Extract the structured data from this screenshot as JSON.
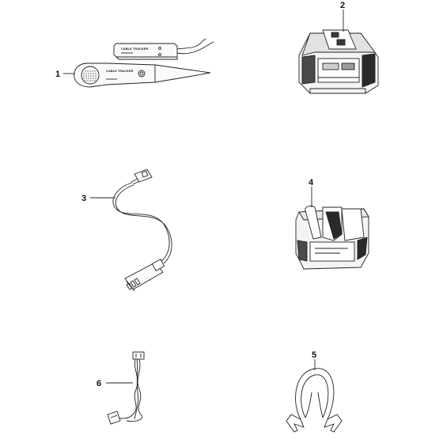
{
  "diagram": {
    "parts": [
      {
        "number": "1",
        "icon": "cable-tracker-probe-icon",
        "device_text": "CABLE TRACKER"
      },
      {
        "number": "2",
        "icon": "battery-charger-icon"
      },
      {
        "number": "3",
        "icon": "cable-harness-icon"
      },
      {
        "number": "4",
        "icon": "battery-pack-icon"
      },
      {
        "number": "5",
        "icon": "holder-clip-icon"
      },
      {
        "number": "6",
        "icon": "wire-connector-icon"
      }
    ],
    "transmitter_text": "CABLE TRACKER"
  }
}
